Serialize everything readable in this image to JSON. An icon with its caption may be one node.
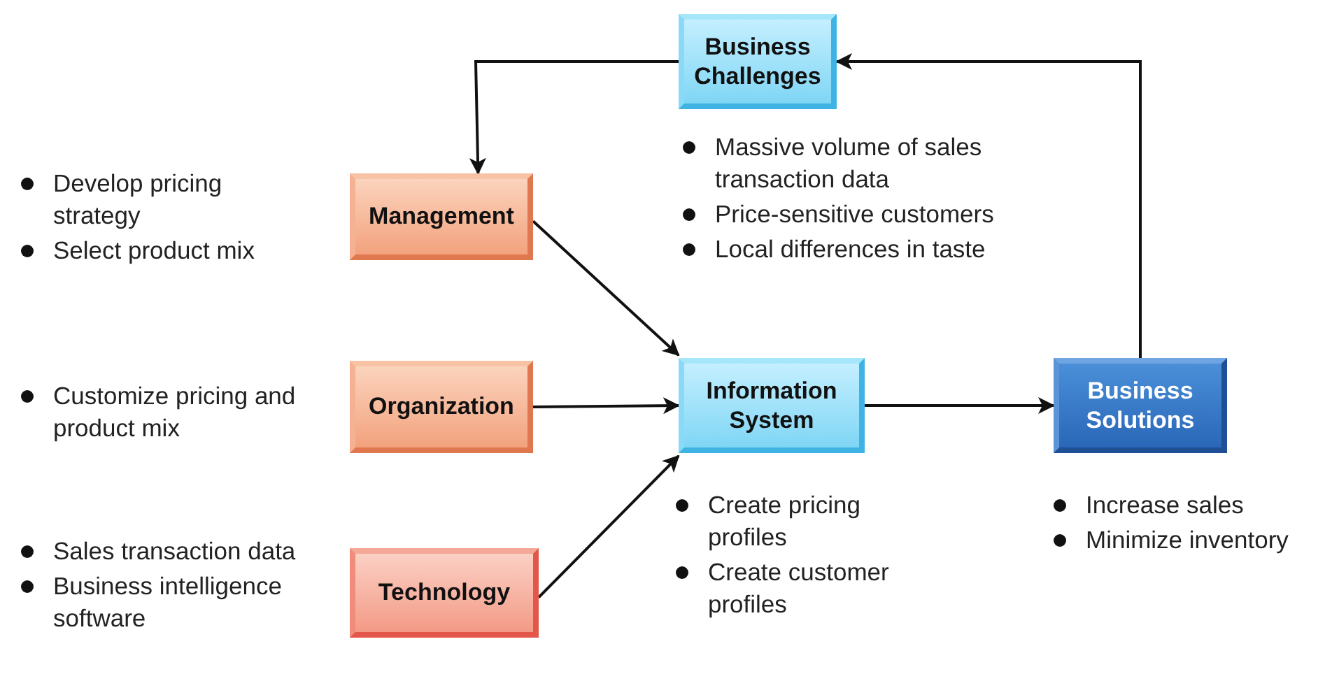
{
  "diagram": {
    "nodes": [
      {
        "text": [
          "Business Challenges"
        ],
        "beside": [
          "Massive volume of sales transaction data",
          "Price-sensitive customers",
          "Local differences in taste"
        ]
      },
      {
        "text": [
          "Management"
        ],
        "beside": [
          "Develop pricing strategy",
          "Select product mix"
        ]
      },
      {
        "text": [
          "Organization"
        ],
        "beside": [
          "Customize pricing and product mix"
        ]
      },
      {
        "text": [
          "Technology"
        ],
        "beside": [
          "Sales transaction data",
          "Business intelligence software"
        ]
      },
      {
        "text": [
          "Information System"
        ],
        "beside": [
          "Create pricing profiles",
          "Create customer profiles"
        ]
      },
      {
        "text": [
          "Business Solutions"
        ],
        "beside": [
          "Increase sales",
          "Minimize inventory"
        ]
      }
    ],
    "edges": [
      {
        "from": 0,
        "to": 1,
        "arrow": "to"
      },
      {
        "from": 1,
        "to": 4,
        "arrow": "to"
      },
      {
        "from": 2,
        "to": 4,
        "arrow": "to"
      },
      {
        "from": 3,
        "to": 4,
        "arrow": "to"
      },
      {
        "from": 4,
        "to": 5,
        "arrow": "to"
      },
      {
        "from": 5,
        "to": 0,
        "arrow": "to"
      }
    ]
  }
}
